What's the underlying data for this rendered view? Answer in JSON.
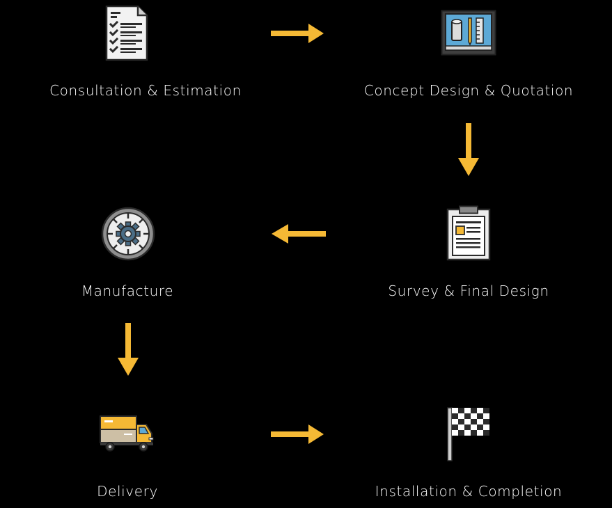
{
  "colors": {
    "background": "#000000",
    "arrow": "#f5b935",
    "label_text": "#ffffff"
  },
  "steps": [
    {
      "label": "Consultation & Estimation",
      "icon": "checklist-document-icon"
    },
    {
      "label": "Concept Design & Quotation",
      "icon": "blueprint-drawing-icon"
    },
    {
      "label": "Survey & Final Design",
      "icon": "clipboard-icon"
    },
    {
      "label": "Manufacture",
      "icon": "gear-dial-icon"
    },
    {
      "label": "Delivery",
      "icon": "delivery-truck-icon"
    },
    {
      "label": "Installation & Completion",
      "icon": "checkered-flag-icon"
    }
  ],
  "arrows": [
    {
      "from": "Consultation & Estimation",
      "to": "Concept Design & Quotation",
      "direction": "right"
    },
    {
      "from": "Concept Design & Quotation",
      "to": "Survey & Final Design",
      "direction": "down"
    },
    {
      "from": "Survey & Final Design",
      "to": "Manufacture",
      "direction": "left"
    },
    {
      "from": "Manufacture",
      "to": "Delivery",
      "direction": "down"
    },
    {
      "from": "Delivery",
      "to": "Installation & Completion",
      "direction": "right"
    }
  ]
}
